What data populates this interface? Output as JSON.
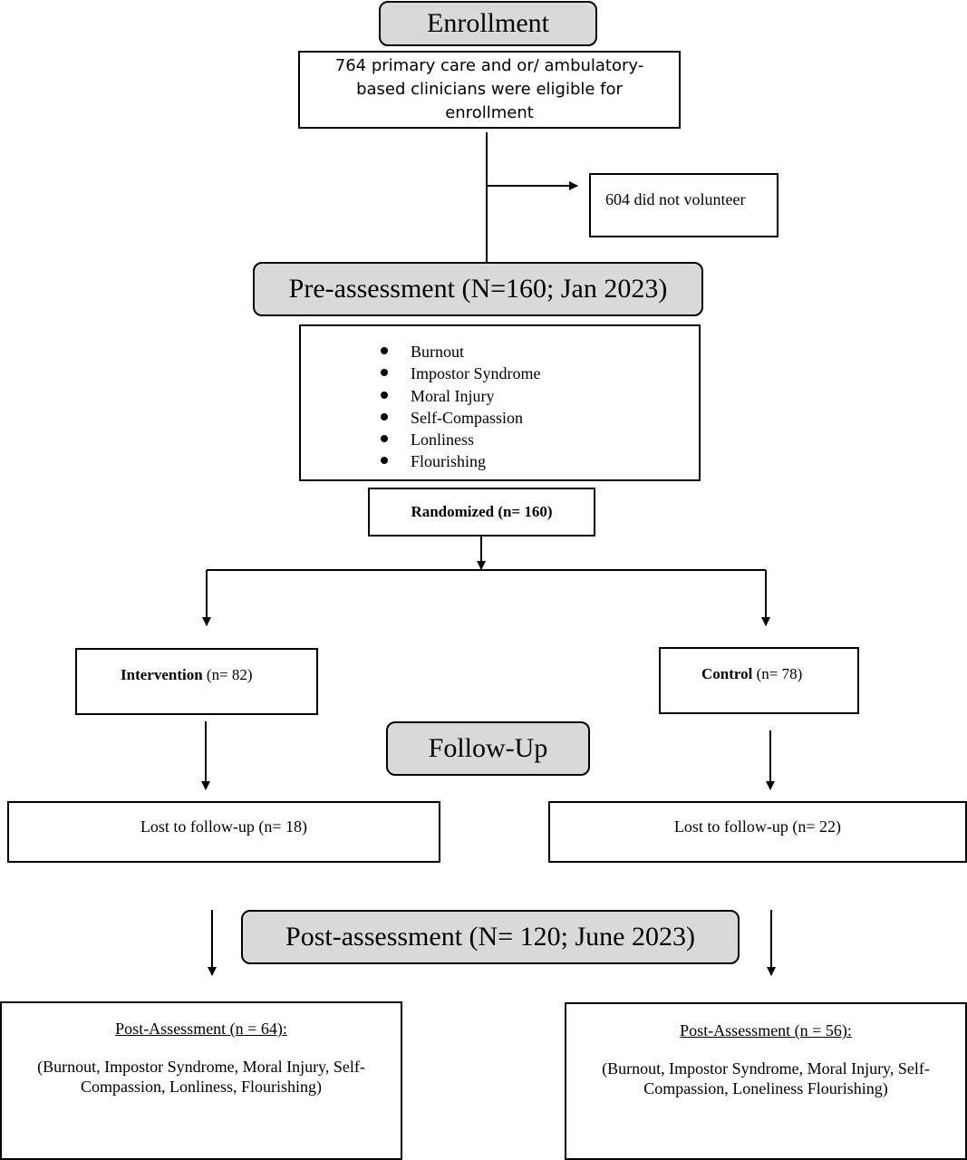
{
  "enrollment": {
    "stage_label": "Enrollment",
    "eligible_text": "764 primary care and or/ ambulatory-based clinicians were eligible for enrollment",
    "excluded_text": "604 did not volunteer"
  },
  "pre_assessment": {
    "stage_label": "Pre-assessment (N=160; Jan 2023)",
    "measures": [
      "Burnout",
      "Impostor Syndrome",
      "Moral Injury",
      "Self-Compassion",
      "Lonliness",
      "Flourishing"
    ]
  },
  "randomization": {
    "label": "Randomized (n= 160)"
  },
  "arms": {
    "intervention": {
      "name": "Intervention",
      "count": " (n= 82)"
    },
    "control": {
      "name": "Control",
      "count": " (n= 78)"
    }
  },
  "follow_up": {
    "stage_label": "Follow-Up",
    "intervention_lost": "Lost to follow-up (n= 18)",
    "control_lost": "Lost to follow-up (n= 22)"
  },
  "post_assessment": {
    "stage_label": "Post-assessment (N= 120; June 2023)",
    "intervention": {
      "title": "Post-Assessment (n = 64):",
      "measures": "(Burnout, Impostor Syndrome, Moral Injury, Self-Compassion, Lonliness, Flourishing)"
    },
    "control": {
      "title": "Post-Assessment (n = 56):",
      "measures": "(Burnout, Impostor Syndrome, Moral Injury, Self-Compassion, Loneliness Flourishing)"
    }
  }
}
